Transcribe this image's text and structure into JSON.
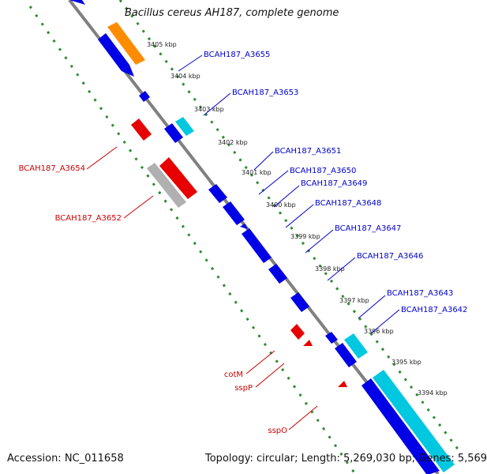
{
  "title": "Bacillus cereus AH187, complete genome",
  "footer": {
    "accession": "Accession: NC_011658",
    "topology": "Topology: circular; Length: 5,269,030 bp; Genes: 5,569"
  },
  "colors": {
    "backbone": "#808080",
    "gc_ticks": "#2e8b2e",
    "forward_cds": "#0000e6",
    "reverse_cds": "#e60000",
    "cyan_feature": "#00c8e0",
    "orange_feature": "#ff8c00",
    "gray_feature": "#b0b0b0",
    "forward_label": "#0000cc",
    "reverse_label": "#cc0000"
  },
  "kbp_ticks": [
    "3405 kbp",
    "3404 kbp",
    "3403 kbp",
    "3402 kbp",
    "3401 kbp",
    "3400 kbp",
    "3399 kbp",
    "3398 kbp",
    "3397 kbp",
    "3396 kbp",
    "3395 kbp",
    "3394 kbp"
  ],
  "forward_genes": [
    "BCAH187_A3655",
    "BCAH187_A3653",
    "BCAH187_A3651",
    "BCAH187_A3650",
    "BCAH187_A3649",
    "BCAH187_A3648",
    "BCAH187_A3647",
    "BCAH187_A3646",
    "BCAH187_A3643",
    "BCAH187_A3642"
  ],
  "reverse_genes": [
    "BCAH187_A3654",
    "BCAH187_A3652",
    "cotM",
    "sspP",
    "sspO"
  ]
}
